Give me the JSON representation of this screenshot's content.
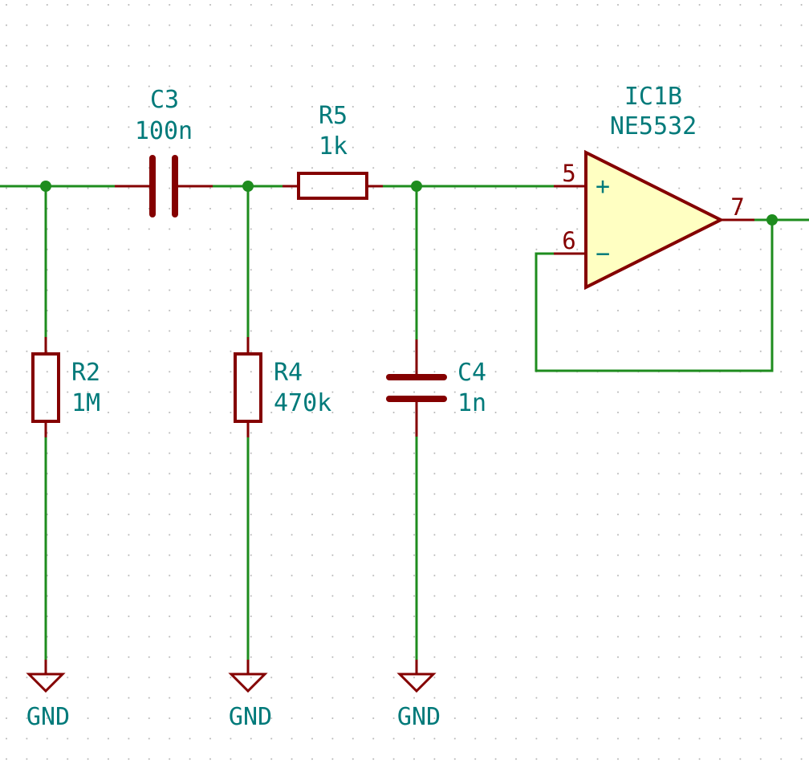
{
  "components": {
    "c3": {
      "ref": "C3",
      "value": "100n"
    },
    "r5": {
      "ref": "R5",
      "value": "1k"
    },
    "r2": {
      "ref": "R2",
      "value": "1M"
    },
    "r4": {
      "ref": "R4",
      "value": "470k"
    },
    "c4": {
      "ref": "C4",
      "value": "1n"
    },
    "ic1b": {
      "ref": "IC1B",
      "value": "NE5532"
    }
  },
  "opamp": {
    "pin_noninv": "5",
    "pin_inv": "6",
    "pin_out": "7",
    "plus_symbol": "+",
    "minus_symbol": "−"
  },
  "grounds": [
    "GND",
    "GND",
    "GND"
  ],
  "colors": {
    "wire": "#1e8c1e",
    "component": "#840000",
    "opamp_fill": "#ffffc2",
    "text": "#007a7a",
    "grid_dot": "#b0b0b0"
  }
}
